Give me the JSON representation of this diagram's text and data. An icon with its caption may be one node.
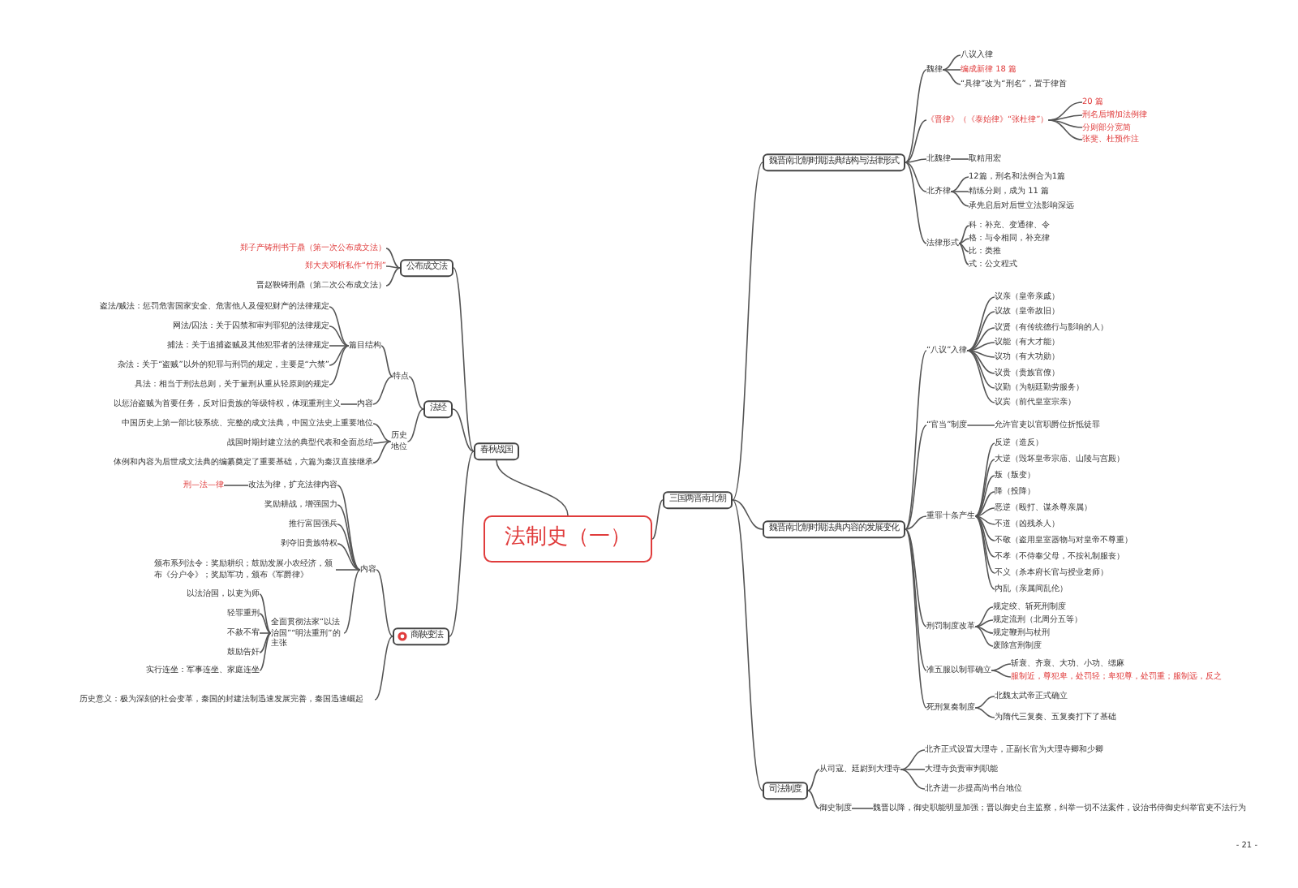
{
  "diagram": {
    "nodes": [
      {
        "text": [
          "法制史（一）"
        ]
      },
      {
        "text": [
          "春秋战国"
        ]
      },
      {
        "text": [
          "公布成文法"
        ]
      },
      {
        "text": [
          "法经"
        ]
      },
      {
        "text": [
          "商鞅变法"
        ]
      },
      {
        "text": [
          "郑子产铸刑书于鼎（第一次公布成文法）"
        ]
      },
      {
        "text": [
          "郑大夫邓析私作“竹刑”"
        ]
      },
      {
        "text": [
          "晋赵鞅铸刑鼎（第二次公布成文法）"
        ]
      },
      {
        "text": [
          "特点"
        ]
      },
      {
        "text": [
          "历史地位"
        ]
      },
      {
        "text": [
          "篇目结构"
        ]
      },
      {
        "text": [
          "内容"
        ]
      },
      {
        "text": [
          "盗法/贼法：惩罚危害国家安全、危害他人及侵犯财产的法律规定"
        ]
      },
      {
        "text": [
          "网法/囚法：关于囚禁和审判罪犯的法律规定"
        ]
      },
      {
        "text": [
          "捕法：关于追捕盗贼及其他犯罪者的法律规定"
        ]
      },
      {
        "text": [
          "杂法：关于“盗贼”以外的犯罪与刑罚的规定，主要是“六禁”"
        ]
      },
      {
        "text": [
          "具法：相当于刑法总则，关于量刑从重从轻原则的规定"
        ]
      },
      {
        "text": [
          "以惩治盗贼为首要任务，反对旧贵族的等级特权，体现重刑主义"
        ]
      },
      {
        "text": [
          "中国历史上第一部比较系统、完整的成文法典，中国立法史上重要地位"
        ]
      },
      {
        "text": [
          "战国时期封建立法的典型代表和全面总结"
        ]
      },
      {
        "text": [
          "体例和内容为后世成文法典的编纂奠定了重要基础，六篇为秦汉直接继承"
        ]
      },
      {
        "text": [
          "内容"
        ]
      },
      {
        "text": [
          "历史意义：极为深刻的社会变革，秦国的封建法制迅速发展完善，秦国迅速崛起"
        ]
      },
      {
        "text": [
          "改法为律，扩充法律内容"
        ]
      },
      {
        "text": [
          "刑—法—律"
        ]
      },
      {
        "text": [
          "奖励耕战，增强国力"
        ]
      },
      {
        "text": [
          "推行富国强兵"
        ]
      },
      {
        "text": [
          "剥夺旧贵族特权"
        ]
      },
      {
        "text": [
          "颁布系列法令：奖励耕织；鼓励发展小农经济，颁布《分户令》；奖励军功，颁布《军爵律》"
        ]
      },
      {
        "text": [
          "全面贯彻法家“以法治国”“明法重刑”的主张"
        ]
      },
      {
        "text": [
          "以法治国，以吏为师"
        ]
      },
      {
        "text": [
          "轻罪重刑"
        ]
      },
      {
        "text": [
          "不赦不宥"
        ]
      },
      {
        "text": [
          "鼓励告奸"
        ]
      },
      {
        "text": [
          "实行连坐：军事连坐、家庭连坐"
        ]
      },
      {
        "text": [
          "三国两晋南北朝"
        ]
      },
      {
        "text": [
          "魏晋南北朝时期法典结构与法律形式"
        ]
      },
      {
        "text": [
          "魏晋南北朝时期法典内容的发展变化"
        ]
      },
      {
        "text": [
          "司法制度"
        ]
      },
      {
        "text": [
          "魏律"
        ]
      },
      {
        "text": [
          "《晋律》（《泰始律》“张杜律”）"
        ]
      },
      {
        "text": [
          "北魏律"
        ]
      },
      {
        "text": [
          "北齐律"
        ]
      },
      {
        "text": [
          "法律形式"
        ]
      },
      {
        "text": [
          "八议入律"
        ]
      },
      {
        "text": [
          "编成新律 18 篇"
        ]
      },
      {
        "text": [
          "“具律”改为“刑名”，置于律首"
        ]
      },
      {
        "text": [
          "20 篇"
        ]
      },
      {
        "text": [
          "刑名后增加法例律"
        ]
      },
      {
        "text": [
          "分则部分宽简"
        ]
      },
      {
        "text": [
          "张斐、杜预作注"
        ]
      },
      {
        "text": [
          "取精用宏"
        ]
      },
      {
        "text": [
          "12篇，刑名和法例合为1篇"
        ]
      },
      {
        "text": [
          "精练分则，成为 11 篇"
        ]
      },
      {
        "text": [
          "承先启后对后世立法影响深远"
        ]
      },
      {
        "text": [
          "科：补充、变通律、令"
        ]
      },
      {
        "text": [
          "格：与令相同，补充律"
        ]
      },
      {
        "text": [
          "比：类推"
        ]
      },
      {
        "text": [
          "式：公文程式"
        ]
      },
      {
        "text": [
          "“八议”入律"
        ]
      },
      {
        "text": [
          "“官当”制度"
        ]
      },
      {
        "text": [
          "重罪十条产生"
        ]
      },
      {
        "text": [
          "刑罚制度改革"
        ]
      },
      {
        "text": [
          "准五服以制罪确立"
        ]
      },
      {
        "text": [
          "死刑复奏制度"
        ]
      },
      {
        "text": [
          "议亲（皇帝亲戚）"
        ]
      },
      {
        "text": [
          "议故（皇帝故旧）"
        ]
      },
      {
        "text": [
          "议贤（有传统德行与影响的人）"
        ]
      },
      {
        "text": [
          "议能（有大才能）"
        ]
      },
      {
        "text": [
          "议功（有大功勋）"
        ]
      },
      {
        "text": [
          "议贵（贵族官僚）"
        ]
      },
      {
        "text": [
          "议勤（为朝廷勤劳服务）"
        ]
      },
      {
        "text": [
          "议宾（前代皇室宗亲）"
        ]
      },
      {
        "text": [
          "允许官吏以官职爵位折抵徒罪"
        ]
      },
      {
        "text": [
          "反逆（造反）"
        ]
      },
      {
        "text": [
          "大逆（毁坏皇帝宗庙、山陵与宫殿）"
        ]
      },
      {
        "text": [
          "叛（叛变）"
        ]
      },
      {
        "text": [
          "降（投降）"
        ]
      },
      {
        "text": [
          "恶逆（殴打、谋杀尊亲属）"
        ]
      },
      {
        "text": [
          "不道（凶残杀人）"
        ]
      },
      {
        "text": [
          "不敬（盗用皇室器物与对皇帝不尊重）"
        ]
      },
      {
        "text": [
          "不孝（不侍奉父母，不按礼制服丧）"
        ]
      },
      {
        "text": [
          "不义（杀本府长官与授业老师）"
        ]
      },
      {
        "text": [
          "内乱（亲属间乱伦）"
        ]
      },
      {
        "text": [
          "规定绞、斩死刑制度"
        ]
      },
      {
        "text": [
          "规定流刑（北周分五等）"
        ]
      },
      {
        "text": [
          "规定鞭刑与杖刑"
        ]
      },
      {
        "text": [
          "废除宫刑制度"
        ]
      },
      {
        "text": [
          "斩衰、齐衰、大功、小功、缌麻"
        ]
      },
      {
        "text": [
          "服制近，尊犯卑，处罚轻；卑犯尊，处罚重；服制远，反之"
        ]
      },
      {
        "text": [
          "北魏太武帝正式确立"
        ]
      },
      {
        "text": [
          "为隋代三复奏、五复奏打下了基础"
        ]
      },
      {
        "text": [
          "从司寇、廷尉到大理寺"
        ]
      },
      {
        "text": [
          "御史制度"
        ]
      },
      {
        "text": [
          "北齐正式设置大理寺，正副长官为大理寺卿和少卿"
        ]
      },
      {
        "text": [
          "大理寺负责审判职能"
        ]
      },
      {
        "text": [
          "北齐进一步提高尚书台地位"
        ]
      },
      {
        "text": [
          "魏晋以降，御史职能明显加强；晋以御史台主监察，纠举一切不法案件，设治书侍御史纠举官吏不法行为"
        ]
      }
    ],
    "edges": [
      {
        "from": 0,
        "to": 1,
        "arrow": "none"
      },
      {
        "from": 0,
        "to": 35,
        "arrow": "none"
      },
      {
        "from": 1,
        "to": 2,
        "arrow": "none"
      },
      {
        "from": 1,
        "to": 3,
        "arrow": "none"
      },
      {
        "from": 1,
        "to": 4,
        "arrow": "none"
      },
      {
        "from": 2,
        "to": 5,
        "arrow": "none"
      },
      {
        "from": 2,
        "to": 6,
        "arrow": "none"
      },
      {
        "from": 2,
        "to": 7,
        "arrow": "none"
      },
      {
        "from": 3,
        "to": 8,
        "arrow": "none"
      },
      {
        "from": 3,
        "to": 9,
        "arrow": "none"
      },
      {
        "from": 8,
        "to": 10,
        "arrow": "none"
      },
      {
        "from": 8,
        "to": 11,
        "arrow": "none"
      },
      {
        "from": 10,
        "to": 12,
        "arrow": "none"
      },
      {
        "from": 10,
        "to": 13,
        "arrow": "none"
      },
      {
        "from": 10,
        "to": 14,
        "arrow": "none"
      },
      {
        "from": 10,
        "to": 15,
        "arrow": "none"
      },
      {
        "from": 10,
        "to": 16,
        "arrow": "none"
      },
      {
        "from": 11,
        "to": 17,
        "arrow": "none"
      },
      {
        "from": 9,
        "to": 18,
        "arrow": "none"
      },
      {
        "from": 9,
        "to": 19,
        "arrow": "none"
      },
      {
        "from": 9,
        "to": 20,
        "arrow": "none"
      },
      {
        "from": 4,
        "to": 21,
        "arrow": "none"
      },
      {
        "from": 4,
        "to": 22,
        "arrow": "none"
      },
      {
        "from": 21,
        "to": 23,
        "arrow": "none"
      },
      {
        "from": 23,
        "to": 24,
        "arrow": "none"
      },
      {
        "from": 21,
        "to": 25,
        "arrow": "none"
      },
      {
        "from": 21,
        "to": 26,
        "arrow": "none"
      },
      {
        "from": 21,
        "to": 27,
        "arrow": "none"
      },
      {
        "from": 21,
        "to": 28,
        "arrow": "none"
      },
      {
        "from": 21,
        "to": 29,
        "arrow": "none"
      },
      {
        "from": 29,
        "to": 30,
        "arrow": "none"
      },
      {
        "from": 29,
        "to": 31,
        "arrow": "none"
      },
      {
        "from": 29,
        "to": 32,
        "arrow": "none"
      },
      {
        "from": 29,
        "to": 33,
        "arrow": "none"
      },
      {
        "from": 29,
        "to": 34,
        "arrow": "none"
      },
      {
        "from": 35,
        "to": 36,
        "arrow": "none"
      },
      {
        "from": 35,
        "to": 37,
        "arrow": "none"
      },
      {
        "from": 35,
        "to": 38,
        "arrow": "none"
      },
      {
        "from": 36,
        "to": 39,
        "arrow": "none"
      },
      {
        "from": 36,
        "to": 40,
        "arrow": "none"
      },
      {
        "from": 36,
        "to": 41,
        "arrow": "none"
      },
      {
        "from": 36,
        "to": 42,
        "arrow": "none"
      },
      {
        "from": 36,
        "to": 43,
        "arrow": "none"
      },
      {
        "from": 39,
        "to": 44,
        "arrow": "none"
      },
      {
        "from": 39,
        "to": 45,
        "arrow": "none"
      },
      {
        "from": 39,
        "to": 46,
        "arrow": "none"
      },
      {
        "from": 40,
        "to": 47,
        "arrow": "none"
      },
      {
        "from": 40,
        "to": 48,
        "arrow": "none"
      },
      {
        "from": 40,
        "to": 49,
        "arrow": "none"
      },
      {
        "from": 40,
        "to": 50,
        "arrow": "none"
      },
      {
        "from": 41,
        "to": 51,
        "arrow": "none"
      },
      {
        "from": 42,
        "to": 52,
        "arrow": "none"
      },
      {
        "from": 42,
        "to": 53,
        "arrow": "none"
      },
      {
        "from": 42,
        "to": 54,
        "arrow": "none"
      },
      {
        "from": 43,
        "to": 55,
        "arrow": "none"
      },
      {
        "from": 43,
        "to": 56,
        "arrow": "none"
      },
      {
        "from": 43,
        "to": 57,
        "arrow": "none"
      },
      {
        "from": 43,
        "to": 58,
        "arrow": "none"
      },
      {
        "from": 37,
        "to": 59,
        "arrow": "none"
      },
      {
        "from": 37,
        "to": 60,
        "arrow": "none"
      },
      {
        "from": 37,
        "to": 61,
        "arrow": "none"
      },
      {
        "from": 37,
        "to": 62,
        "arrow": "none"
      },
      {
        "from": 37,
        "to": 63,
        "arrow": "none"
      },
      {
        "from": 37,
        "to": 64,
        "arrow": "none"
      },
      {
        "from": 59,
        "to": 65,
        "arrow": "none"
      },
      {
        "from": 59,
        "to": 66,
        "arrow": "none"
      },
      {
        "from": 59,
        "to": 67,
        "arrow": "none"
      },
      {
        "from": 59,
        "to": 68,
        "arrow": "none"
      },
      {
        "from": 59,
        "to": 69,
        "arrow": "none"
      },
      {
        "from": 59,
        "to": 70,
        "arrow": "none"
      },
      {
        "from": 59,
        "to": 71,
        "arrow": "none"
      },
      {
        "from": 59,
        "to": 72,
        "arrow": "none"
      },
      {
        "from": 60,
        "to": 73,
        "arrow": "none"
      },
      {
        "from": 61,
        "to": 74,
        "arrow": "none"
      },
      {
        "from": 61,
        "to": 75,
        "arrow": "none"
      },
      {
        "from": 61,
        "to": 76,
        "arrow": "none"
      },
      {
        "from": 61,
        "to": 77,
        "arrow": "none"
      },
      {
        "from": 61,
        "to": 78,
        "arrow": "none"
      },
      {
        "from": 61,
        "to": 79,
        "arrow": "none"
      },
      {
        "from": 61,
        "to": 80,
        "arrow": "none"
      },
      {
        "from": 61,
        "to": 81,
        "arrow": "none"
      },
      {
        "from": 61,
        "to": 82,
        "arrow": "none"
      },
      {
        "from": 61,
        "to": 83,
        "arrow": "none"
      },
      {
        "from": 62,
        "to": 84,
        "arrow": "none"
      },
      {
        "from": 62,
        "to": 85,
        "arrow": "none"
      },
      {
        "from": 62,
        "to": 86,
        "arrow": "none"
      },
      {
        "from": 62,
        "to": 87,
        "arrow": "none"
      },
      {
        "from": 63,
        "to": 88,
        "arrow": "none"
      },
      {
        "from": 63,
        "to": 89,
        "arrow": "none"
      },
      {
        "from": 64,
        "to": 90,
        "arrow": "none"
      },
      {
        "from": 64,
        "to": 91,
        "arrow": "none"
      },
      {
        "from": 38,
        "to": 92,
        "arrow": "none"
      },
      {
        "from": 38,
        "to": 93,
        "arrow": "none"
      },
      {
        "from": 92,
        "to": 94,
        "arrow": "none"
      },
      {
        "from": 92,
        "to": 95,
        "arrow": "none"
      },
      {
        "from": 92,
        "to": 96,
        "arrow": "none"
      },
      {
        "from": 93,
        "to": 97,
        "arrow": "none"
      }
    ],
    "labels": [
      "- 21 -"
    ]
  }
}
